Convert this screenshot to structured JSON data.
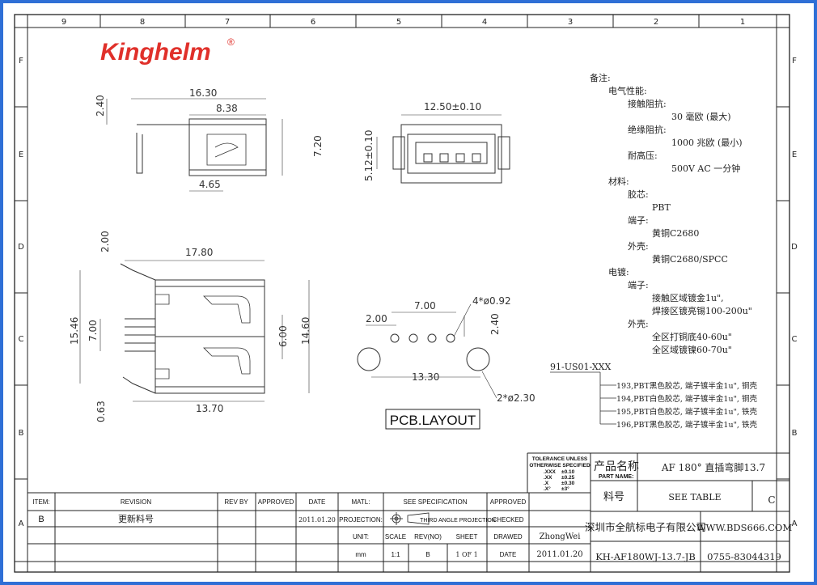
{
  "logo": {
    "brand": "Kinghelm",
    "mark": "®",
    "color": "#e0302a"
  },
  "grid": {
    "columns": [
      "9",
      "8",
      "7",
      "6",
      "5",
      "4",
      "3",
      "2",
      "1"
    ],
    "rows": [
      "F",
      "E",
      "D",
      "C",
      "B",
      "A"
    ]
  },
  "drawing_top": {
    "d1": "16.30",
    "d2": "8.38",
    "d3": "2.40",
    "d4": "7.20",
    "d5": "4.65"
  },
  "drawing_front": {
    "d1": "12.50±0.10",
    "d2": "5.12±0.10"
  },
  "drawing_side": {
    "d1": "2.00",
    "d2": "17.80",
    "d3": "15.46",
    "d4": "7.00",
    "d5": "6.00",
    "d6": "14.60",
    "d7": "0.63",
    "d8": "13.70"
  },
  "pcb": {
    "d1": "7.00",
    "d2": "4*ø0.92",
    "d3": "2.00",
    "d4": "2.40",
    "d5": "13.30",
    "d6": "2*ø2.30",
    "label": "PCB.LAYOUT"
  },
  "notes": {
    "title": "备注:",
    "elec": "电气性能:",
    "contact_res": "接触阻抗:",
    "contact_val": "30 毫欧 (最大)",
    "insul_res": "绝缘阻抗:",
    "insul_val": "1000 兆欧 (最小)",
    "withstand": "耐高压:",
    "withstand_val": "500V AC 一分钟",
    "material": "材料:",
    "core": "胶芯:",
    "core_val": "PBT",
    "terminal": "端子:",
    "terminal_val": "黄铜C2680",
    "shell": "外壳:",
    "shell_val": "黄铜C2680/SPCC",
    "plating": "电镀:",
    "plating_term": "端子:",
    "plating_term_v1": "接触区域镀金1u\",",
    "plating_term_v2": "焊接区镀亮锡100-200u\"",
    "plating_shell": "外壳:",
    "plating_shell_v1": "全区打铜底40-60u\"",
    "plating_shell_v2": "全区域镀镍60-70u\""
  },
  "part_number": "91-US01-XXX",
  "variants": [
    "193,PBT黑色胶芯, 端子镀半金1u\", 铜壳",
    "194,PBT白色胶芯, 端子镀半金1u\", 铜壳",
    "195,PBT白色胶芯, 端子镀半金1u\", 铁壳",
    "196,PBT黑色胶芯, 端子镀半金1u\", 铁壳"
  ],
  "tolerance": {
    "l1": "TOLERANCE UNLESS",
    "l2": "OTHERWISE SPECIFIED",
    "r1k": ".XXX",
    "r1v": "±0.10",
    "r2k": ".XX",
    "r2v": "±0.25",
    "r3k": ".X",
    "r3v": "±0.30",
    "r4k": ".X°",
    "r4v": "±3°"
  },
  "title_block": {
    "product_name_label_cn": "产品名称",
    "product_name_label_en": "PART NAME:",
    "product_name": "AF 180° 直插弯脚13.7",
    "part_no_label": "料号",
    "part_no": "SEE TABLE",
    "rev_letter": "C",
    "company": "深圳市全航标电子有限公司",
    "website": "WWW.BDS666.COM",
    "drawing_no": "KH-AF180WJ-13.7-JB",
    "phone": "0755-83044319"
  },
  "revision_table": {
    "h_item": "ITEM:",
    "h_revision": "REVISION",
    "h_revby": "REV BY",
    "h_approved": "APPROVED",
    "h_date": "DATE",
    "h_matl": "MATL:",
    "matl": "SEE SPECIFICATION",
    "h_approved2": "APPROVED",
    "item": "B",
    "revision": "更新料号",
    "date": "2011.01.20",
    "h_projection": "PROJECTION:",
    "projection": "THIRD ANGLE PROJECTION",
    "h_checked": "CHECKED",
    "h_unit": "UNIT:",
    "h_scale": "SCALE",
    "h_rev": "REV(NO)",
    "h_sheet": "SHEET",
    "h_drawed": "DRAWED",
    "drawn_by": "ZhongWei",
    "unit": "mm",
    "scale": "1:1",
    "rev": "B",
    "sheet": "1 OF 1",
    "h_date2": "DATE",
    "drawn_date": "2011.01.20"
  }
}
